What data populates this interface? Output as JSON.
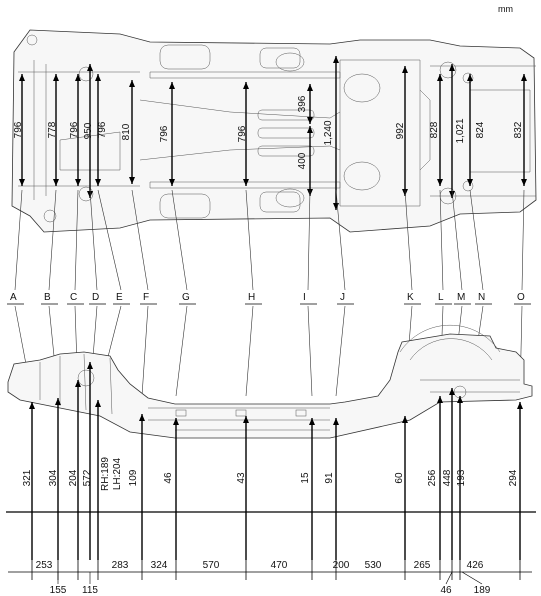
{
  "unit": "mm",
  "points": [
    "A",
    "B",
    "C",
    "D",
    "E",
    "F",
    "G",
    "H",
    "I",
    "J",
    "K",
    "L",
    "M",
    "N",
    "O"
  ],
  "plan_widths": [
    "796",
    "778",
    "796",
    "950",
    "796",
    "810",
    "796",
    "796",
    "396",
    "400",
    "1,240",
    "992",
    "828",
    "1,021",
    "824",
    "832"
  ],
  "side_heights": [
    "321",
    "304",
    "204",
    "572",
    "RH:189",
    "LH:204",
    "109",
    "46",
    "43",
    "15",
    "91",
    "60",
    "256",
    "448",
    "193",
    "294"
  ],
  "intervals_top": [
    "253",
    "283",
    "324",
    "570",
    "470",
    "200",
    "530",
    "265",
    "426"
  ],
  "intervals_bottom": [
    "155",
    "115",
    "46",
    "189"
  ]
}
